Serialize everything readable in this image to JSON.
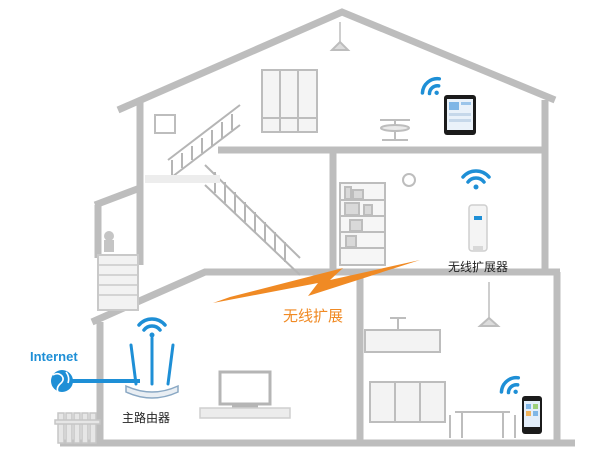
{
  "labels": {
    "internet": "Internet",
    "router": "主路由器",
    "extender": "无线扩展器",
    "wireless_extension": "无线扩展"
  },
  "colors": {
    "wall": "#b9b9b9",
    "wifi": "#1e8fd6",
    "signal_bolt": "#f08a24",
    "internet_link": "#1e8fd6"
  },
  "icons": [
    "house-outline",
    "router-icon",
    "extender-icon",
    "tablet-icon",
    "phone-icon",
    "globe-icon",
    "wifi-icon",
    "lightning-bolt-icon",
    "tv-icon",
    "stairs",
    "bookshelf",
    "wardrobe",
    "fence"
  ]
}
